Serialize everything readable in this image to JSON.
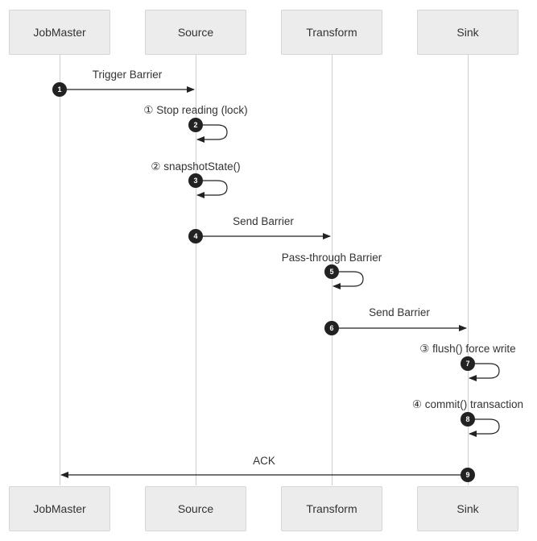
{
  "participants": [
    "JobMaster",
    "Source",
    "Transform",
    "Sink"
  ],
  "messages": [
    {
      "step": "1",
      "label": "Trigger Barrier"
    },
    {
      "step": "2",
      "label": "① Stop reading (lock)"
    },
    {
      "step": "3",
      "label": "② snapshotState()"
    },
    {
      "step": "4",
      "label": "Send Barrier"
    },
    {
      "step": "5",
      "label": "Pass-through Barrier"
    },
    {
      "step": "6",
      "label": "Send Barrier"
    },
    {
      "step": "7",
      "label": "③ flush() force write"
    },
    {
      "step": "8",
      "label": "④ commit() transaction"
    },
    {
      "step": "9",
      "label": "ACK"
    }
  ],
  "colors": {
    "box_fill": "#ececec",
    "box_border": "#d6d6d6",
    "lifeline": "#cfcfcf",
    "arrow": "#222222",
    "marker": "#222222"
  }
}
